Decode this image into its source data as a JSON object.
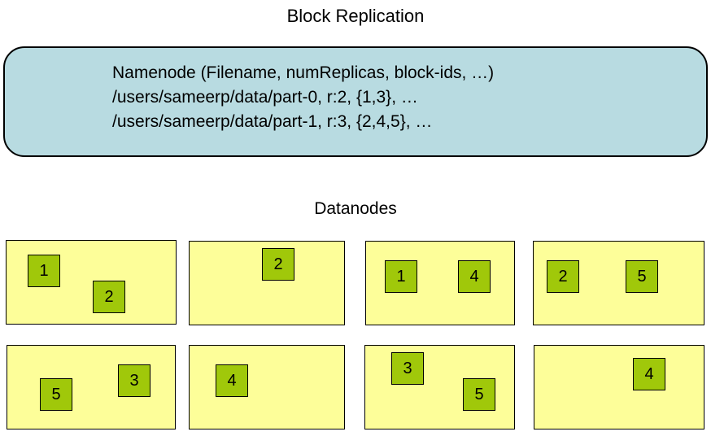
{
  "title": "Block Replication",
  "namenode": {
    "line1": "Namenode (Filename, numReplicas, block-ids, …)",
    "line2": "/users/sameerp/data/part-0, r:2, {1,3}, …",
    "line3": "/users/sameerp/data/part-1, r:3, {2,4,5}, …"
  },
  "datanodes_label": "Datanodes",
  "datanodes": [
    {
      "blocks": [
        "1",
        "2"
      ]
    },
    {
      "blocks": [
        "2"
      ]
    },
    {
      "blocks": [
        "1",
        "4"
      ]
    },
    {
      "blocks": [
        "2",
        "5"
      ]
    },
    {
      "blocks": [
        "5",
        "3"
      ]
    },
    {
      "blocks": [
        "4"
      ]
    },
    {
      "blocks": [
        "3",
        "5"
      ]
    },
    {
      "blocks": [
        "4"
      ]
    }
  ],
  "colors": {
    "namenode_fill": "#b8dbe1",
    "datanode_fill": "#fdfe99",
    "block_fill": "#a0c80a",
    "border": "#000000"
  }
}
